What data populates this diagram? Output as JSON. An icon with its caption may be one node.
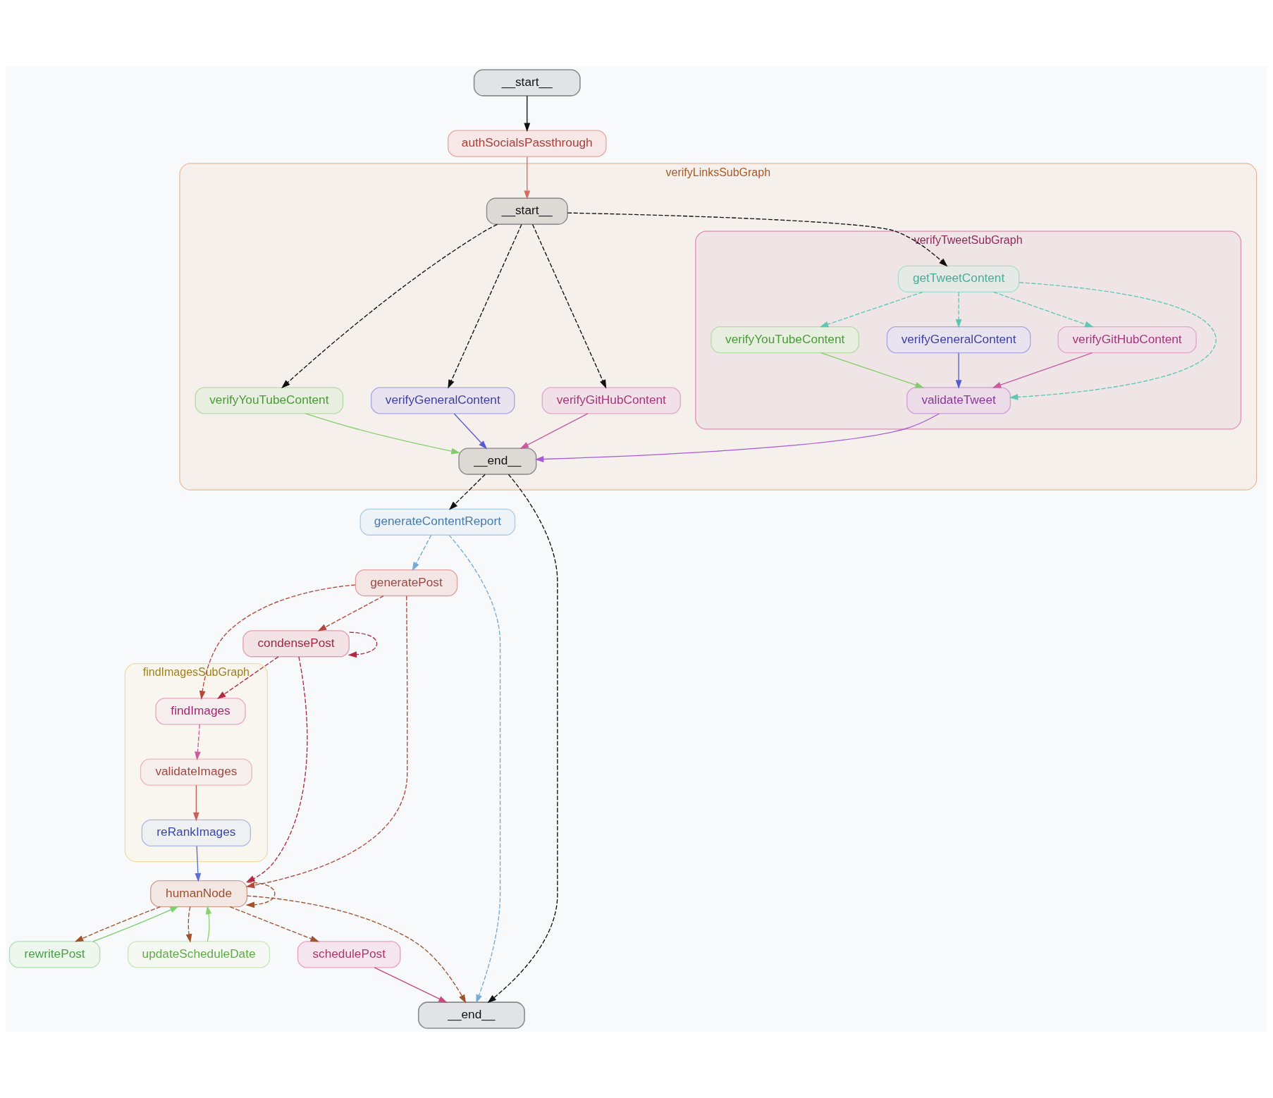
{
  "diagram": {
    "nodes": [
      {
        "text": [
          "__start__"
        ]
      },
      {
        "text": [
          "authSocialsPassthrough"
        ]
      },
      {
        "text": [
          "verifyLinksSubGraph"
        ]
      },
      {
        "text": [
          "__start__"
        ],
        "in": 2
      },
      {
        "text": [
          "verifyTweetSubGraph"
        ],
        "in": 2
      },
      {
        "text": [
          "getTweetContent"
        ],
        "in": 4
      },
      {
        "text": [
          "verifyYouTubeContent"
        ],
        "in": 4
      },
      {
        "text": [
          "verifyGeneralContent"
        ],
        "in": 4
      },
      {
        "text": [
          "verifyGitHubContent"
        ],
        "in": 4
      },
      {
        "text": [
          "validateTweet"
        ],
        "in": 4
      },
      {
        "text": [
          "verifyYouTubeContent"
        ],
        "in": 2
      },
      {
        "text": [
          "verifyGeneralContent"
        ],
        "in": 2
      },
      {
        "text": [
          "verifyGitHubContent"
        ],
        "in": 2
      },
      {
        "text": [
          "__end__"
        ],
        "in": 2
      },
      {
        "text": [
          "generateContentReport"
        ]
      },
      {
        "text": [
          "generatePost"
        ]
      },
      {
        "text": [
          "condensePost"
        ]
      },
      {
        "text": [
          "findImagesSubGraph"
        ]
      },
      {
        "text": [
          "findImages"
        ],
        "in": 17
      },
      {
        "text": [
          "validateImages"
        ],
        "in": 17
      },
      {
        "text": [
          "reRankImages"
        ],
        "in": 17
      },
      {
        "text": [
          "humanNode"
        ]
      },
      {
        "text": [
          "rewritePost"
        ]
      },
      {
        "text": [
          "updateScheduleDate"
        ]
      },
      {
        "text": [
          "schedulePost"
        ]
      },
      {
        "text": [
          "__end__"
        ]
      }
    ],
    "edges": [
      {
        "from": 0,
        "to": 1,
        "arrow": "to"
      },
      {
        "from": 1,
        "to": 3,
        "arrow": "to",
        "color": "#d9695f"
      },
      {
        "from": 3,
        "to": 10,
        "arrow": "to",
        "style": "dashed"
      },
      {
        "from": 3,
        "to": 11,
        "arrow": "to",
        "style": "dashed"
      },
      {
        "from": 3,
        "to": 12,
        "arrow": "to",
        "style": "dashed"
      },
      {
        "from": 3,
        "to": 5,
        "arrow": "to",
        "style": "dashed"
      },
      {
        "from": 5,
        "to": 6,
        "arrow": "to",
        "style": "dashed",
        "color": "#5cc8b4"
      },
      {
        "from": 5,
        "to": 9,
        "arrow": "to",
        "style": "dashed",
        "color": "#5cc8b4"
      },
      {
        "from": 5,
        "to": 7,
        "arrow": "to",
        "style": "dashed",
        "color": "#5cc8b4"
      },
      {
        "from": 5,
        "to": 8,
        "arrow": "to",
        "style": "dashed",
        "color": "#5cc8b4"
      },
      {
        "from": 6,
        "to": 9,
        "arrow": "to",
        "color": "#84cc6c"
      },
      {
        "from": 7,
        "to": 9,
        "arrow": "to",
        "color": "#5b5bd0"
      },
      {
        "from": 8,
        "to": 9,
        "arrow": "to",
        "color": "#c85aa0"
      },
      {
        "from": 9,
        "to": 13,
        "arrow": "to",
        "color": "#a65ad6"
      },
      {
        "from": 10,
        "to": 13,
        "arrow": "to",
        "color": "#84cc6c"
      },
      {
        "from": 11,
        "to": 13,
        "arrow": "to",
        "color": "#5b5bd0"
      },
      {
        "from": 12,
        "to": 13,
        "arrow": "to",
        "color": "#c85aa0"
      },
      {
        "from": 13,
        "to": 14,
        "arrow": "to",
        "style": "dashed"
      },
      {
        "from": 13,
        "to": 25,
        "arrow": "to",
        "style": "dashed"
      },
      {
        "from": 14,
        "to": 15,
        "arrow": "to",
        "style": "dashed",
        "color": "#78aad6"
      },
      {
        "from": 14,
        "to": 25,
        "arrow": "to",
        "style": "dashed",
        "color": "#78aad6"
      },
      {
        "from": 15,
        "to": 16,
        "arrow": "to",
        "style": "dashed",
        "color": "#b4483e"
      },
      {
        "from": 15,
        "to": 18,
        "arrow": "to",
        "style": "dashed",
        "color": "#b4483e"
      },
      {
        "from": 15,
        "to": 21,
        "arrow": "to",
        "style": "dashed",
        "color": "#b4483e"
      },
      {
        "from": 16,
        "to": 16,
        "arrow": "to",
        "style": "dashed",
        "color": "#b02a44"
      },
      {
        "from": 16,
        "to": 18,
        "arrow": "to",
        "style": "dashed",
        "color": "#b02a44"
      },
      {
        "from": 16,
        "to": 21,
        "arrow": "to",
        "style": "dashed",
        "color": "#b02a44"
      },
      {
        "from": 18,
        "to": 19,
        "arrow": "to",
        "style": "dashed",
        "color": "#d25aa0"
      },
      {
        "from": 19,
        "to": 20,
        "arrow": "to",
        "color": "#c8605a"
      },
      {
        "from": 20,
        "to": 21,
        "arrow": "to",
        "color": "#5a6ed8"
      },
      {
        "from": 21,
        "to": 22,
        "arrow": "to",
        "style": "dashed",
        "color": "#a0522d"
      },
      {
        "from": 21,
        "to": 21,
        "arrow": "to",
        "style": "dashed",
        "color": "#a0522d"
      },
      {
        "from": 21,
        "to": 23,
        "arrow": "to",
        "style": "dashed",
        "color": "#a0522d"
      },
      {
        "from": 21,
        "to": 24,
        "arrow": "to",
        "style": "dashed",
        "color": "#a0522d"
      },
      {
        "from": 21,
        "to": 25,
        "arrow": "to",
        "style": "dashed",
        "color": "#a0522d"
      },
      {
        "from": 22,
        "to": 21,
        "arrow": "to",
        "color": "#7ccf6c"
      },
      {
        "from": 23,
        "to": 21,
        "arrow": "to",
        "color": "#8cd274"
      },
      {
        "from": 24,
        "to": 25,
        "arrow": "to",
        "color": "#c8487e"
      }
    ]
  }
}
